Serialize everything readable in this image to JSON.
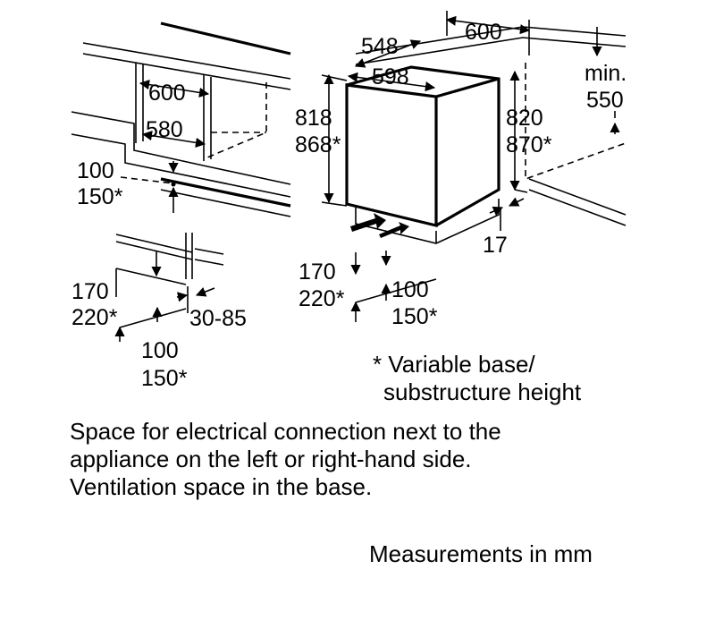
{
  "dimensions": {
    "niche_width": "600",
    "niche_inner_width": "580",
    "left_base_height": "100",
    "left_base_height_alt": "150*",
    "plinth_height": "170",
    "plinth_height_alt": "220*",
    "plinth_depth": "30-85",
    "plinth_base_height": "100",
    "plinth_base_height_alt": "150*",
    "appliance_depth": "548",
    "appliance_width": "598",
    "cabinet_width": "600",
    "min_label": "min.",
    "min_depth": "550",
    "appliance_height": "818",
    "appliance_height_alt": "868*",
    "niche_height": "820",
    "niche_height_alt": "870*",
    "right_gap": "17",
    "front_plinth_height": "170",
    "front_plinth_height_alt": "220*",
    "front_base_height": "100",
    "front_base_height_alt": "150*"
  },
  "notes": {
    "asterisk_line1": "* Variable base/",
    "asterisk_line2": "substructure height",
    "electrical_line1": "Space for electrical connection next to the",
    "electrical_line2": "appliance on the left or right-hand side.",
    "electrical_line3": "Ventilation space in the base.",
    "units": "Measurements in mm"
  }
}
